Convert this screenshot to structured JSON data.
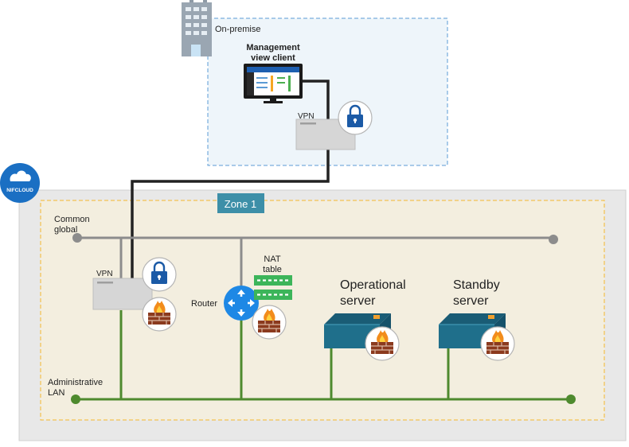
{
  "labels": {
    "on_premise": "On-premise",
    "management_client_line1": "Management",
    "management_client_line2": "view client",
    "vpn_onprem": "VPN",
    "cloud_logo_text": "NIFCLOUD",
    "zone": "Zone 1",
    "common_global_line1": "Common",
    "common_global_line2": "global",
    "vpn_cloud": "VPN",
    "nat_line1": "NAT",
    "nat_line2": "table",
    "router": "Router",
    "operational_line1": "Operational",
    "operational_line2": "server",
    "standby_line1": "Standby",
    "standby_line2": "server",
    "admin_lan_line1": "Administrative",
    "admin_lan_line2": "LAN"
  },
  "icons": {
    "building": "building-icon",
    "monitor": "monitor-icon",
    "lock": "lock-icon",
    "firewall": "firewall-icon",
    "router": "router-icon",
    "cloud_logo": "nifcloud-logo-icon",
    "server": "server-icon",
    "nat_table": "nat-table-icon"
  },
  "colors": {
    "onprem_bg": "#eef5fa",
    "onprem_border": "#5b9bd5",
    "cloud_bg": "#e8e8e8",
    "zone_bg": "#f3eedf",
    "zone_border": "#f5b82e",
    "zone_label_bg": "#3d8fa8",
    "global_line": "#8c8c8c",
    "admin_line": "#4e8a2e",
    "vpn_line": "#222222",
    "nifcloud_blue": "#1a6fc3",
    "router_blue": "#1e88e5",
    "nat_green": "#3cb55a",
    "server_teal": "#1f6f8b"
  }
}
